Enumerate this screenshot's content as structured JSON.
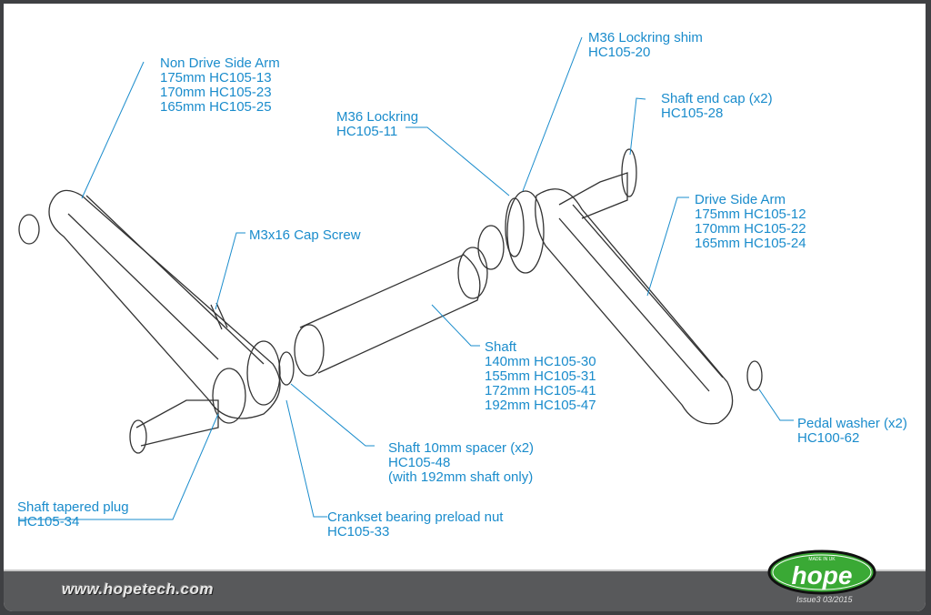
{
  "labels": {
    "non_drive_arm": {
      "title": "Non Drive Side Arm",
      "parts": [
        "175mm HC105-13",
        "170mm HC105-23",
        "165mm HC105-25"
      ]
    },
    "lockring_shim": {
      "title": "M36 Lockring shim",
      "parts": [
        "HC105-20"
      ]
    },
    "shaft_end_cap": {
      "title": "Shaft end cap (x2)",
      "parts": [
        "HC105-28"
      ]
    },
    "lockring": {
      "title": "M36 Lockring",
      "parts": [
        "HC105-11"
      ]
    },
    "drive_arm": {
      "title": "Drive Side Arm",
      "parts": [
        "175mm HC105-12",
        "170mm HC105-22",
        "165mm HC105-24"
      ]
    },
    "cap_screw": {
      "title": "M3x16 Cap Screw",
      "parts": []
    },
    "shaft": {
      "title": "Shaft",
      "parts": [
        "140mm HC105-30",
        "155mm HC105-31",
        "172mm HC105-41",
        "192mm HC105-47"
      ]
    },
    "pedal_washer": {
      "title": "Pedal washer (x2)",
      "parts": [
        "HC100-62"
      ]
    },
    "spacer": {
      "title": "Shaft 10mm spacer (x2)",
      "parts": [
        "HC105-48",
        "(with 192mm shaft only)"
      ]
    },
    "tapered_plug": {
      "title": "Shaft tapered plug",
      "parts": [
        "HC105-34"
      ]
    },
    "preload_nut": {
      "title": "Crankset bearing preload nut",
      "parts": [
        "HC105-33"
      ]
    }
  },
  "footer": {
    "url": "www.hopetech.com",
    "issue": "Issue3 03/2015",
    "logo_text": "hope",
    "logo_subtext": "MADE IN UK"
  },
  "colors": {
    "label": "#1a8ccc",
    "footer": "#58595b",
    "logo_green": "#3aa935"
  }
}
